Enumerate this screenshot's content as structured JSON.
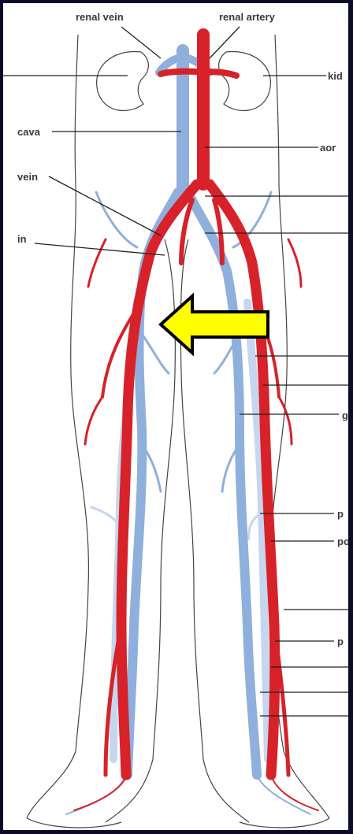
{
  "labels": {
    "renal_vein": "renal vein",
    "renal_artery": "renal artery",
    "kidney": "kid",
    "cava": "cava",
    "aorta": "aor",
    "vein": "vein",
    "in": "in",
    "r1": "",
    "r2": "",
    "r3": "g",
    "r4": "p",
    "r5": "po",
    "r6": "p"
  },
  "colors": {
    "background": "#0a0c2a",
    "artery": "#d7222a",
    "vein": "#8fb0dc",
    "arrow_fill": "#ffff00",
    "arrow_outline": "#000000"
  },
  "arrow": {
    "direction": "left",
    "icon": "arrow-left-icon"
  }
}
